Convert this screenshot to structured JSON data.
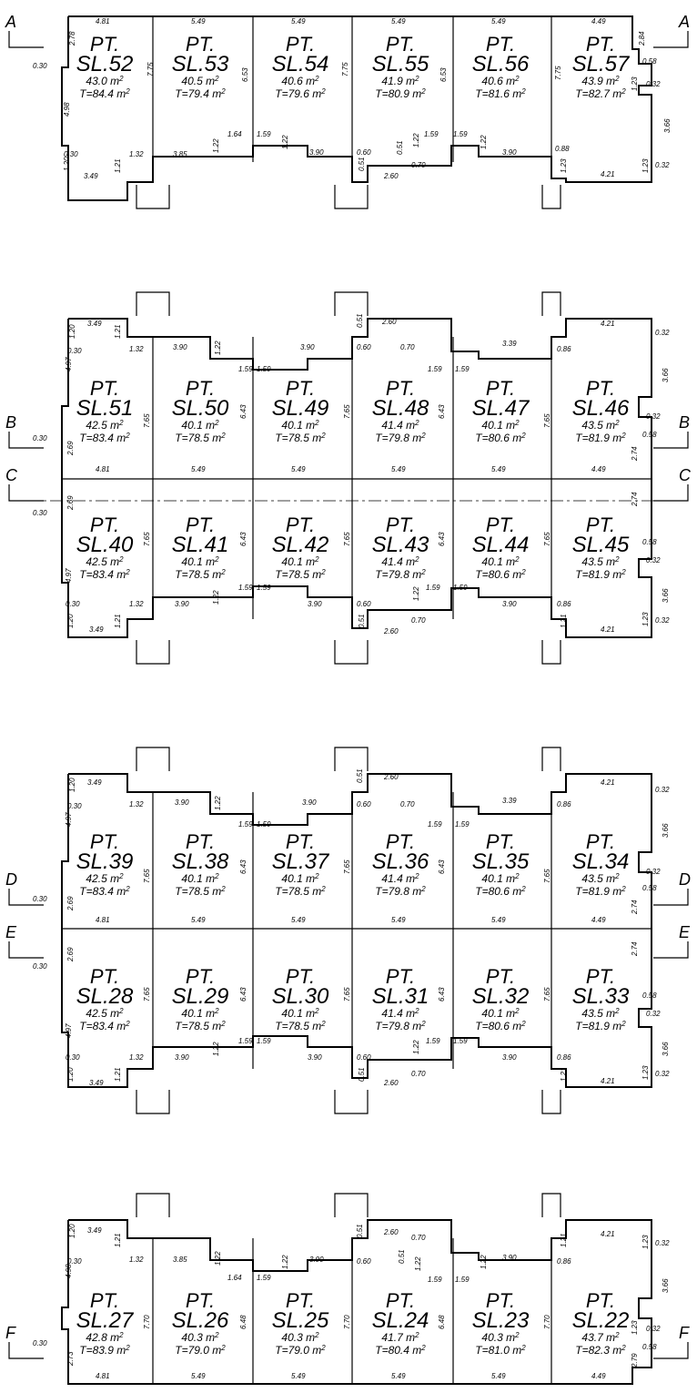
{
  "section_labels": [
    "A",
    "B",
    "C",
    "D",
    "E",
    "F"
  ],
  "rows": [
    {
      "units": [
        {
          "pt": "PT.",
          "sl": "SL.52",
          "area": "43.0",
          "total": "T=84.4"
        },
        {
          "pt": "PT.",
          "sl": "SL.53",
          "area": "40.5",
          "total": "T=79.4"
        },
        {
          "pt": "PT.",
          "sl": "SL.54",
          "area": "40.6",
          "total": "T=79.6"
        },
        {
          "pt": "PT.",
          "sl": "SL.55",
          "area": "41.9",
          "total": "T=80.9"
        },
        {
          "pt": "PT.",
          "sl": "SL.56",
          "area": "40.6",
          "total": "T=81.6"
        },
        {
          "pt": "PT.",
          "sl": "SL.57",
          "area": "43.9",
          "total": "T=82.7"
        }
      ],
      "widths": [
        "4.81",
        "5.49",
        "5.49",
        "5.49",
        "5.49",
        "4.49"
      ]
    },
    {
      "units": [
        {
          "pt": "PT.",
          "sl": "SL.51",
          "area": "42.5",
          "total": "T=83.4"
        },
        {
          "pt": "PT.",
          "sl": "SL.50",
          "area": "40.1",
          "total": "T=78.5"
        },
        {
          "pt": "PT.",
          "sl": "SL.49",
          "area": "40.1",
          "total": "T=78.5"
        },
        {
          "pt": "PT.",
          "sl": "SL.48",
          "area": "41.4",
          "total": "T=79.8"
        },
        {
          "pt": "PT.",
          "sl": "SL.47",
          "area": "40.1",
          "total": "T=80.6"
        },
        {
          "pt": "PT.",
          "sl": "SL.46",
          "area": "43.5",
          "total": "T=81.9"
        }
      ],
      "widths": [
        "4.81",
        "5.49",
        "5.49",
        "5.49",
        "5.49",
        "4.49"
      ]
    },
    {
      "units": [
        {
          "pt": "PT.",
          "sl": "SL.40",
          "area": "42.5",
          "total": "T=83.4"
        },
        {
          "pt": "PT.",
          "sl": "SL.41",
          "area": "40.1",
          "total": "T=78.5"
        },
        {
          "pt": "PT.",
          "sl": "SL.42",
          "area": "40.1",
          "total": "T=78.5"
        },
        {
          "pt": "PT.",
          "sl": "SL.43",
          "area": "41.4",
          "total": "T=79.8"
        },
        {
          "pt": "PT.",
          "sl": "SL.44",
          "area": "40.1",
          "total": "T=80.6"
        },
        {
          "pt": "PT.",
          "sl": "SL.45",
          "area": "43.5",
          "total": "T=81.9"
        }
      ]
    },
    {
      "units": [
        {
          "pt": "PT.",
          "sl": "SL.39",
          "area": "42.5",
          "total": "T=83.4"
        },
        {
          "pt": "PT.",
          "sl": "SL.38",
          "area": "40.1",
          "total": "T=78.5"
        },
        {
          "pt": "PT.",
          "sl": "SL.37",
          "area": "40.1",
          "total": "T=78.5"
        },
        {
          "pt": "PT.",
          "sl": "SL.36",
          "area": "41.4",
          "total": "T=79.8"
        },
        {
          "pt": "PT.",
          "sl": "SL.35",
          "area": "40.1",
          "total": "T=80.6"
        },
        {
          "pt": "PT.",
          "sl": "SL.34",
          "area": "43.5",
          "total": "T=81.9"
        }
      ],
      "widths": [
        "4.81",
        "5.49",
        "5.49",
        "5.49",
        "5.49",
        "4.49"
      ]
    },
    {
      "units": [
        {
          "pt": "PT.",
          "sl": "SL.28",
          "area": "42.5",
          "total": "T=83.4"
        },
        {
          "pt": "PT.",
          "sl": "SL.29",
          "area": "40.1",
          "total": "T=78.5"
        },
        {
          "pt": "PT.",
          "sl": "SL.30",
          "area": "40.1",
          "total": "T=78.5"
        },
        {
          "pt": "PT.",
          "sl": "SL.31",
          "area": "41.4",
          "total": "T=79.8"
        },
        {
          "pt": "PT.",
          "sl": "SL.32",
          "area": "40.1",
          "total": "T=80.6"
        },
        {
          "pt": "PT.",
          "sl": "SL.33",
          "area": "43.5",
          "total": "T=81.9"
        }
      ]
    },
    {
      "units": [
        {
          "pt": "PT.",
          "sl": "SL.27",
          "area": "42.8",
          "total": "T=83.9"
        },
        {
          "pt": "PT.",
          "sl": "SL.26",
          "area": "40.3",
          "total": "T=79.0"
        },
        {
          "pt": "PT.",
          "sl": "SL.25",
          "area": "40.3",
          "total": "T=79.0"
        },
        {
          "pt": "PT.",
          "sl": "SL.24",
          "area": "41.7",
          "total": "T=80.4"
        },
        {
          "pt": "PT.",
          "sl": "SL.23",
          "area": "40.3",
          "total": "T=81.0"
        },
        {
          "pt": "PT.",
          "sl": "SL.22",
          "area": "43.7",
          "total": "T=82.3"
        }
      ],
      "widths": [
        "4.81",
        "5.49",
        "5.49",
        "5.49",
        "5.49",
        "4.49"
      ]
    }
  ],
  "unit_suffix": "m",
  "unit_sup": "2",
  "edge_dims": {
    "top": {
      "steps": [
        "3.49",
        "1.21",
        "1.20",
        "0.30",
        "1.32",
        "3.85",
        "3.90",
        "1.22",
        "1.64",
        "1.59",
        "1.22",
        "3.90",
        "0.51",
        "2.60",
        "0.51",
        "0.60",
        "0.70",
        "1.22",
        "1.59",
        "1.59",
        "1.22",
        "3.39",
        "3.90",
        "1.21",
        "4.21",
        "1.23",
        "0.86",
        "0.32"
      ],
      "sides": [
        "4.97",
        "4.98",
        "2.69",
        "2.73",
        "0.30",
        "7.65",
        "7.75",
        "7.70",
        "6.43",
        "6.48",
        "6.53",
        "3.66",
        "2.74",
        "2.79",
        "0.58",
        "1.23",
        "0.32",
        "2.84",
        "0.88"
      ]
    }
  }
}
